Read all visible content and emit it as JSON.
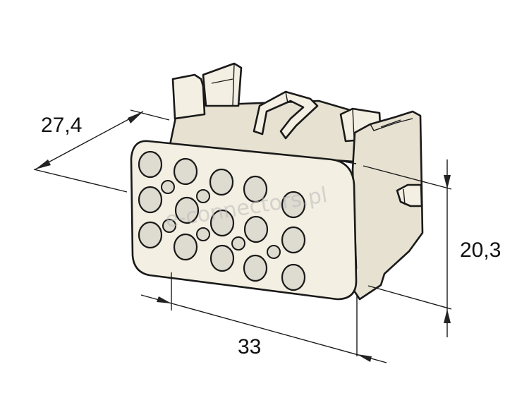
{
  "diagram": {
    "dimensions": {
      "width": "27,4",
      "height": "20,3",
      "length": "33"
    },
    "watermark": "e-connectors.pl",
    "colors": {
      "body": "#f3efe2",
      "body_shade": "#e6e1d1",
      "holes": "#dedbd0",
      "outline": "#1a1a1a",
      "dimension_line": "#222222"
    },
    "connector": {
      "large_cavities": 15,
      "small_cavities": 6
    }
  }
}
